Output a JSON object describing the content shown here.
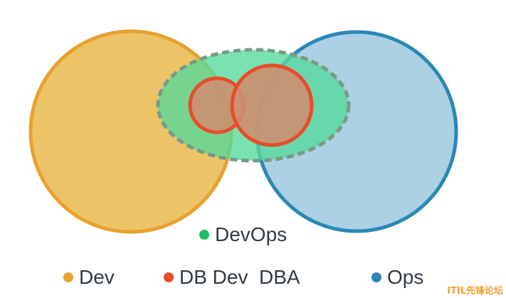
{
  "legend": {
    "devops": {
      "label": "DevOps",
      "color": "#1fbf69"
    },
    "dev": {
      "label": "Dev",
      "color": "#e6a22f"
    },
    "dbdev": {
      "label": "DB Dev  DBA",
      "color": "#e84c2b"
    },
    "ops": {
      "label": "Ops",
      "color": "#2a88b6"
    }
  },
  "colors": {
    "dev_fill": "#ebc15f",
    "dev_stroke": "#e6a22f",
    "ops_fill": "#9dc8df",
    "ops_stroke": "#2a88b6",
    "devops_fill": "#55d99b",
    "devops_stroke": "#7a9a86",
    "db_fill": "#cd8f71",
    "db_stroke": "#e84c2b"
  },
  "watermark": {
    "text": "ITIL先锋论坛"
  }
}
